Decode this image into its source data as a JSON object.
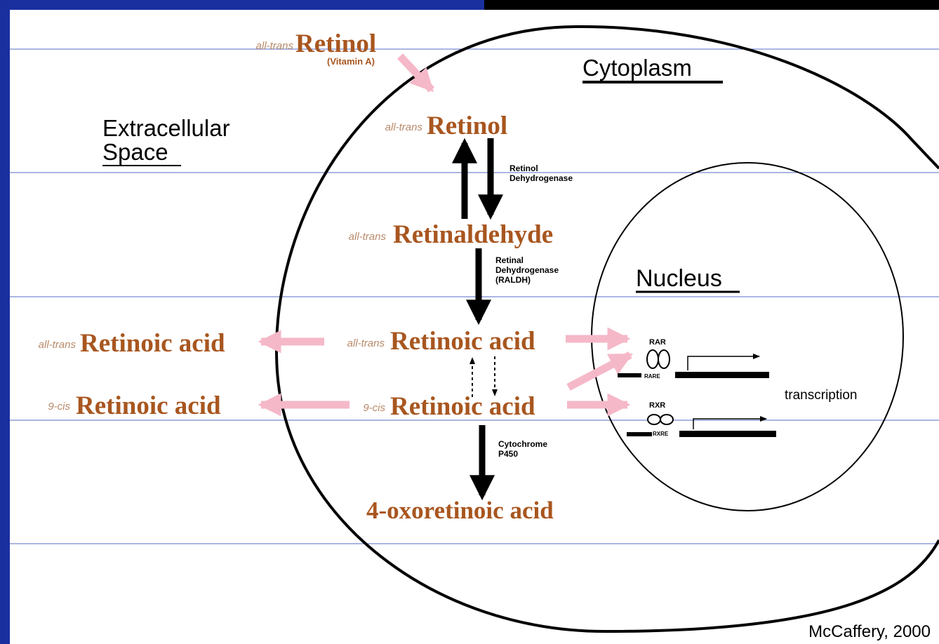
{
  "labels": {
    "cytoplasm": "Cytoplasm",
    "extracellular_line1": "Extracellular",
    "extracellular_line2": "Space",
    "nucleus": "Nucleus",
    "transcription": "transcription",
    "citation": "McCaffery, 2000"
  },
  "molecules": {
    "retinol_outside": {
      "prefix": "all-trans",
      "name": "Retinol",
      "note": "(Vitamin A)"
    },
    "retinol_inside": {
      "prefix": "all-trans",
      "name": "Retinol"
    },
    "retinaldehyde": {
      "prefix": "all-trans",
      "name": "Retinaldehyde"
    },
    "ra_all_trans_outside": {
      "prefix": "all-trans",
      "name": "Retinoic acid"
    },
    "ra_all_trans_inside": {
      "prefix": "all-trans",
      "name": "Retinoic acid"
    },
    "ra_9cis_outside": {
      "prefix": "9-cis",
      "name": "Retinoic acid"
    },
    "ra_9cis_inside": {
      "prefix": "9-cis",
      "name": "Retinoic acid"
    },
    "oxoretinoic": {
      "name": "4-oxoretinoic acid"
    }
  },
  "enzymes": {
    "retinol_dh": [
      "Retinol",
      "Dehydrogenase"
    ],
    "retinal_dh": [
      "Retinal",
      "Dehydrogenase",
      "(RALDH)"
    ],
    "cyp450": [
      "Cytochrome",
      "P450"
    ]
  },
  "genes": {
    "rar": {
      "receptor": "RAR",
      "element": "RARE"
    },
    "rxr": {
      "receptor": "RXR",
      "element": "RXRE"
    }
  },
  "colors": {
    "panel_border": "#1a2f9e",
    "molecule": "#a8561f",
    "prefix": "#b88a6a",
    "pink_arrow": "#f5b8c8",
    "guide_line": "#2c49b8"
  }
}
